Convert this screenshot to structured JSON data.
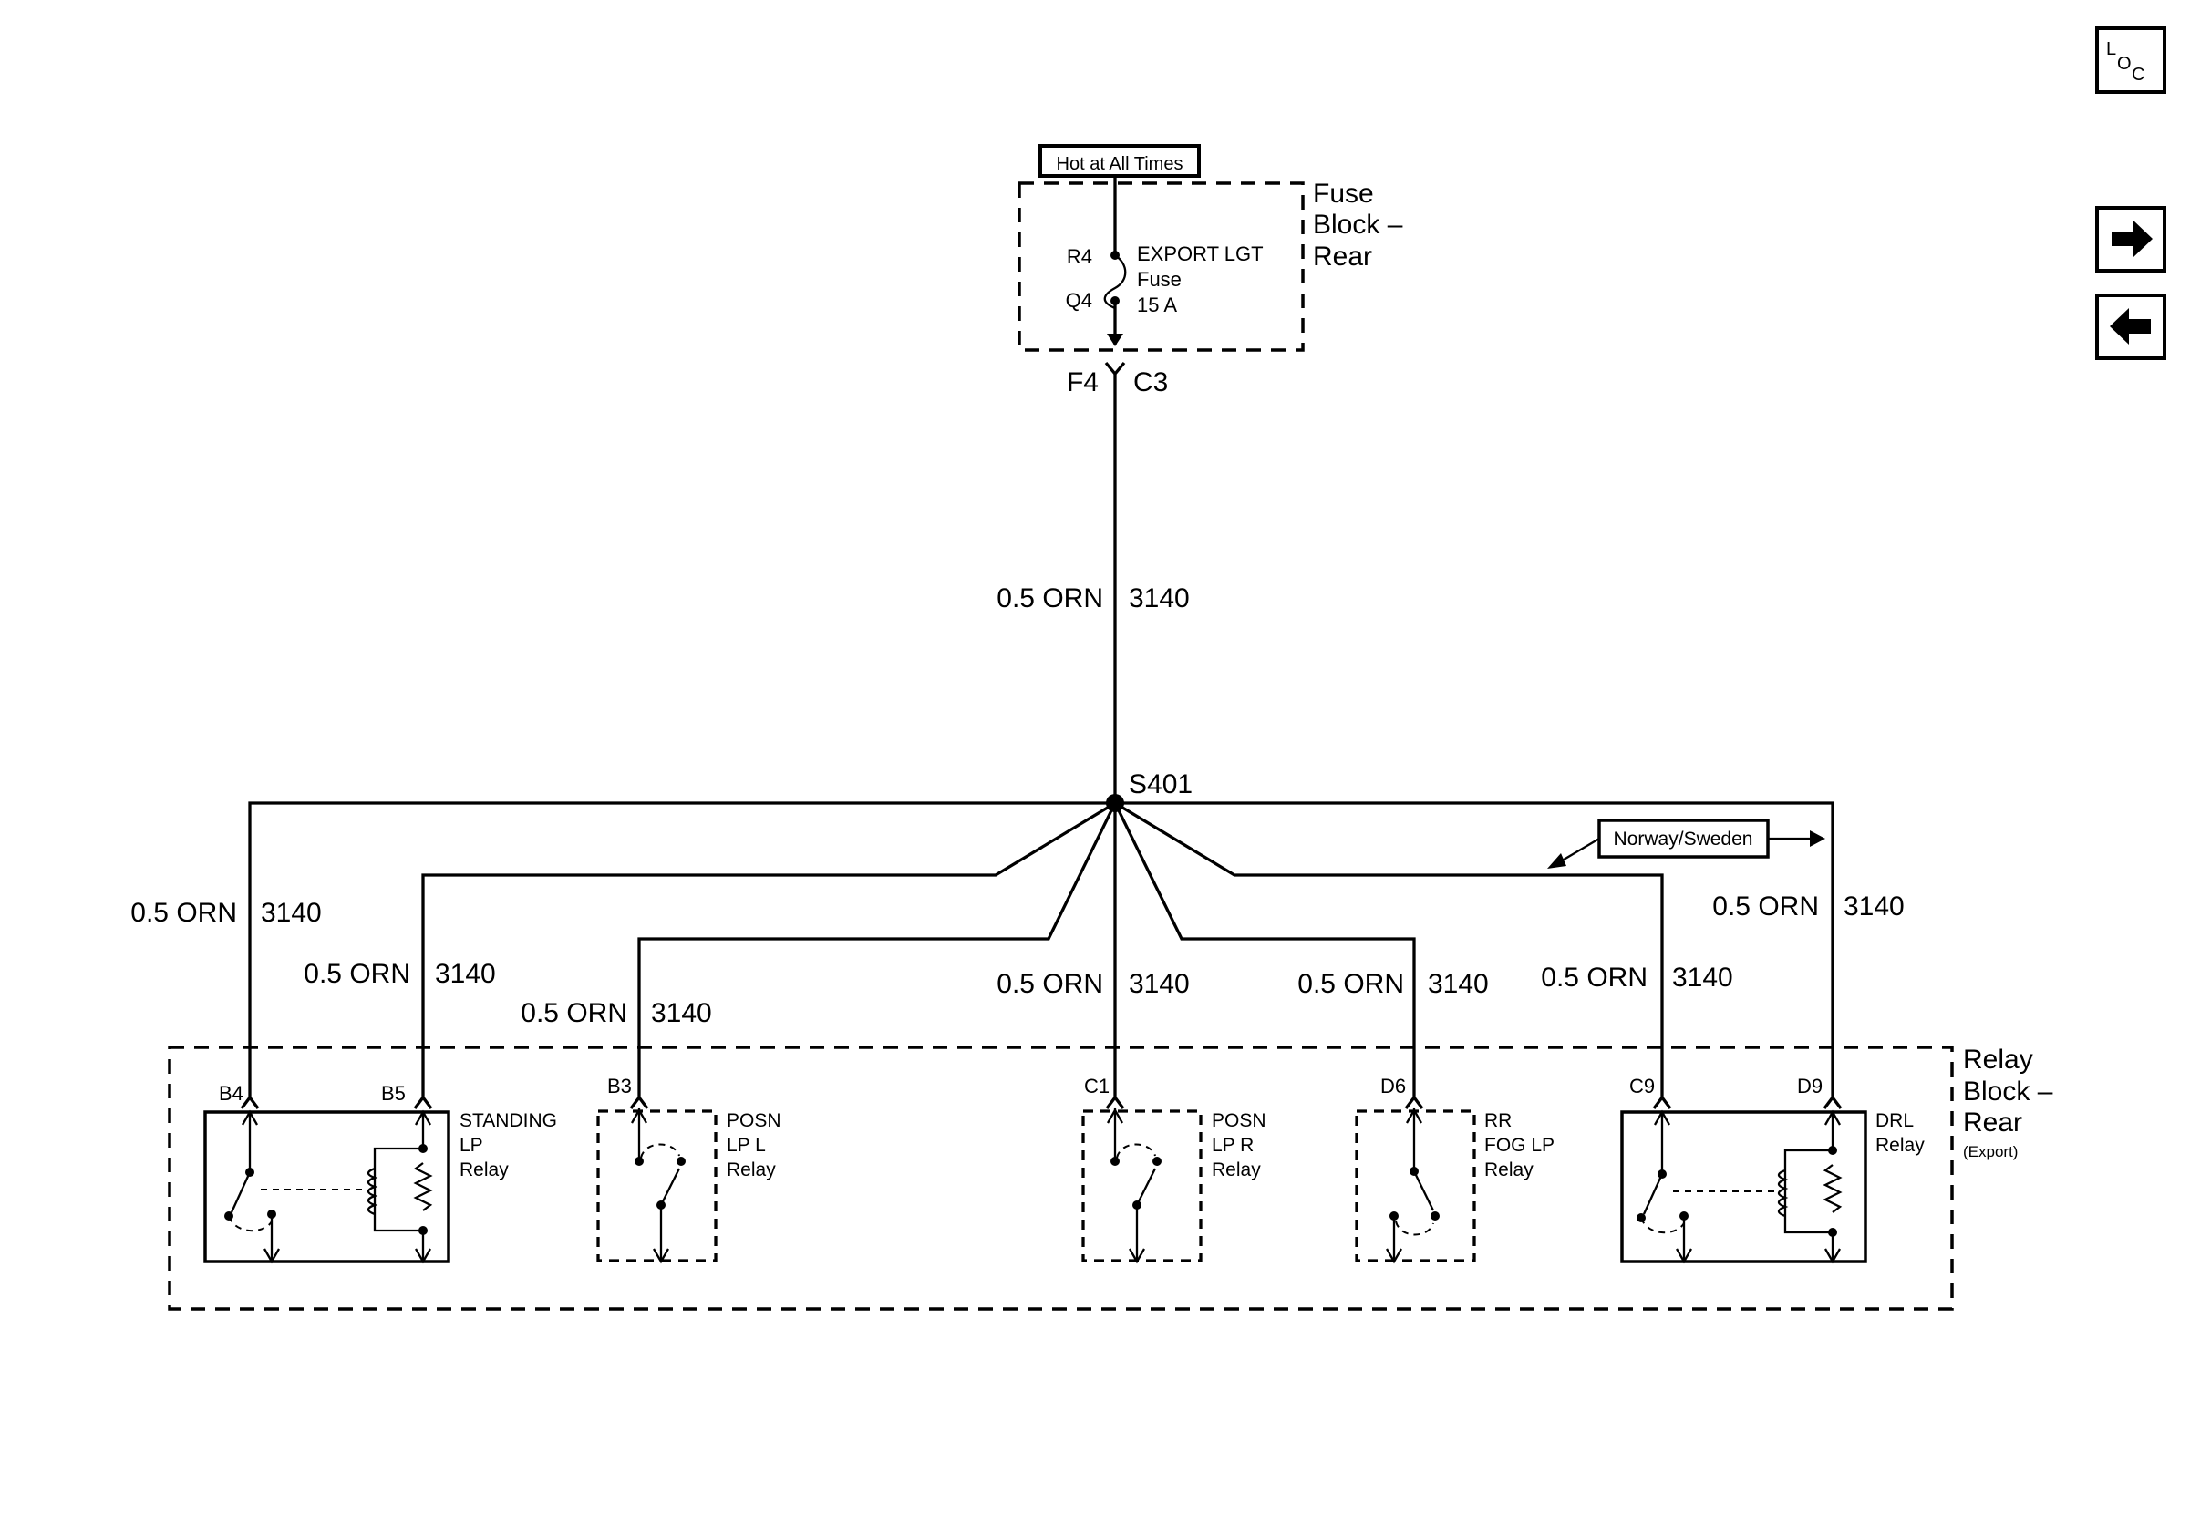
{
  "nav": {
    "loc_l": "L",
    "loc_o": "O",
    "loc_c": "C"
  },
  "fuse_block": {
    "hot_label": "Hot at All Times",
    "title_1": "Fuse",
    "title_2": "Block –",
    "title_3": "Rear",
    "pin_top": "R4",
    "pin_bottom": "Q4",
    "fuse_name": "EXPORT LGT",
    "fuse_word": "Fuse",
    "fuse_rating": "15 A",
    "connector_pin": "F4",
    "connector_id": "C3"
  },
  "wire": {
    "gauge_color": "0.5 ORN",
    "circuit": "3140"
  },
  "splice": {
    "id": "S401"
  },
  "option_label": "Norway/Sweden",
  "relay_block": {
    "title_1": "Relay",
    "title_2": "Block –",
    "title_3": "Rear",
    "title_4": "(Export)",
    "pins": [
      "B4",
      "B5",
      "B3",
      "C1",
      "D6",
      "C9",
      "D9"
    ],
    "relays": [
      {
        "line1": "STANDING",
        "line2": "LP",
        "line3": "Relay"
      },
      {
        "line1": "POSN",
        "line2": "LP  L",
        "line3": "Relay"
      },
      {
        "line1": "POSN",
        "line2": "LP  R",
        "line3": "Relay"
      },
      {
        "line1": "RR",
        "line2": "FOG LP",
        "line3": "Relay"
      },
      {
        "line1": "DRL",
        "line2": "Relay"
      }
    ]
  }
}
